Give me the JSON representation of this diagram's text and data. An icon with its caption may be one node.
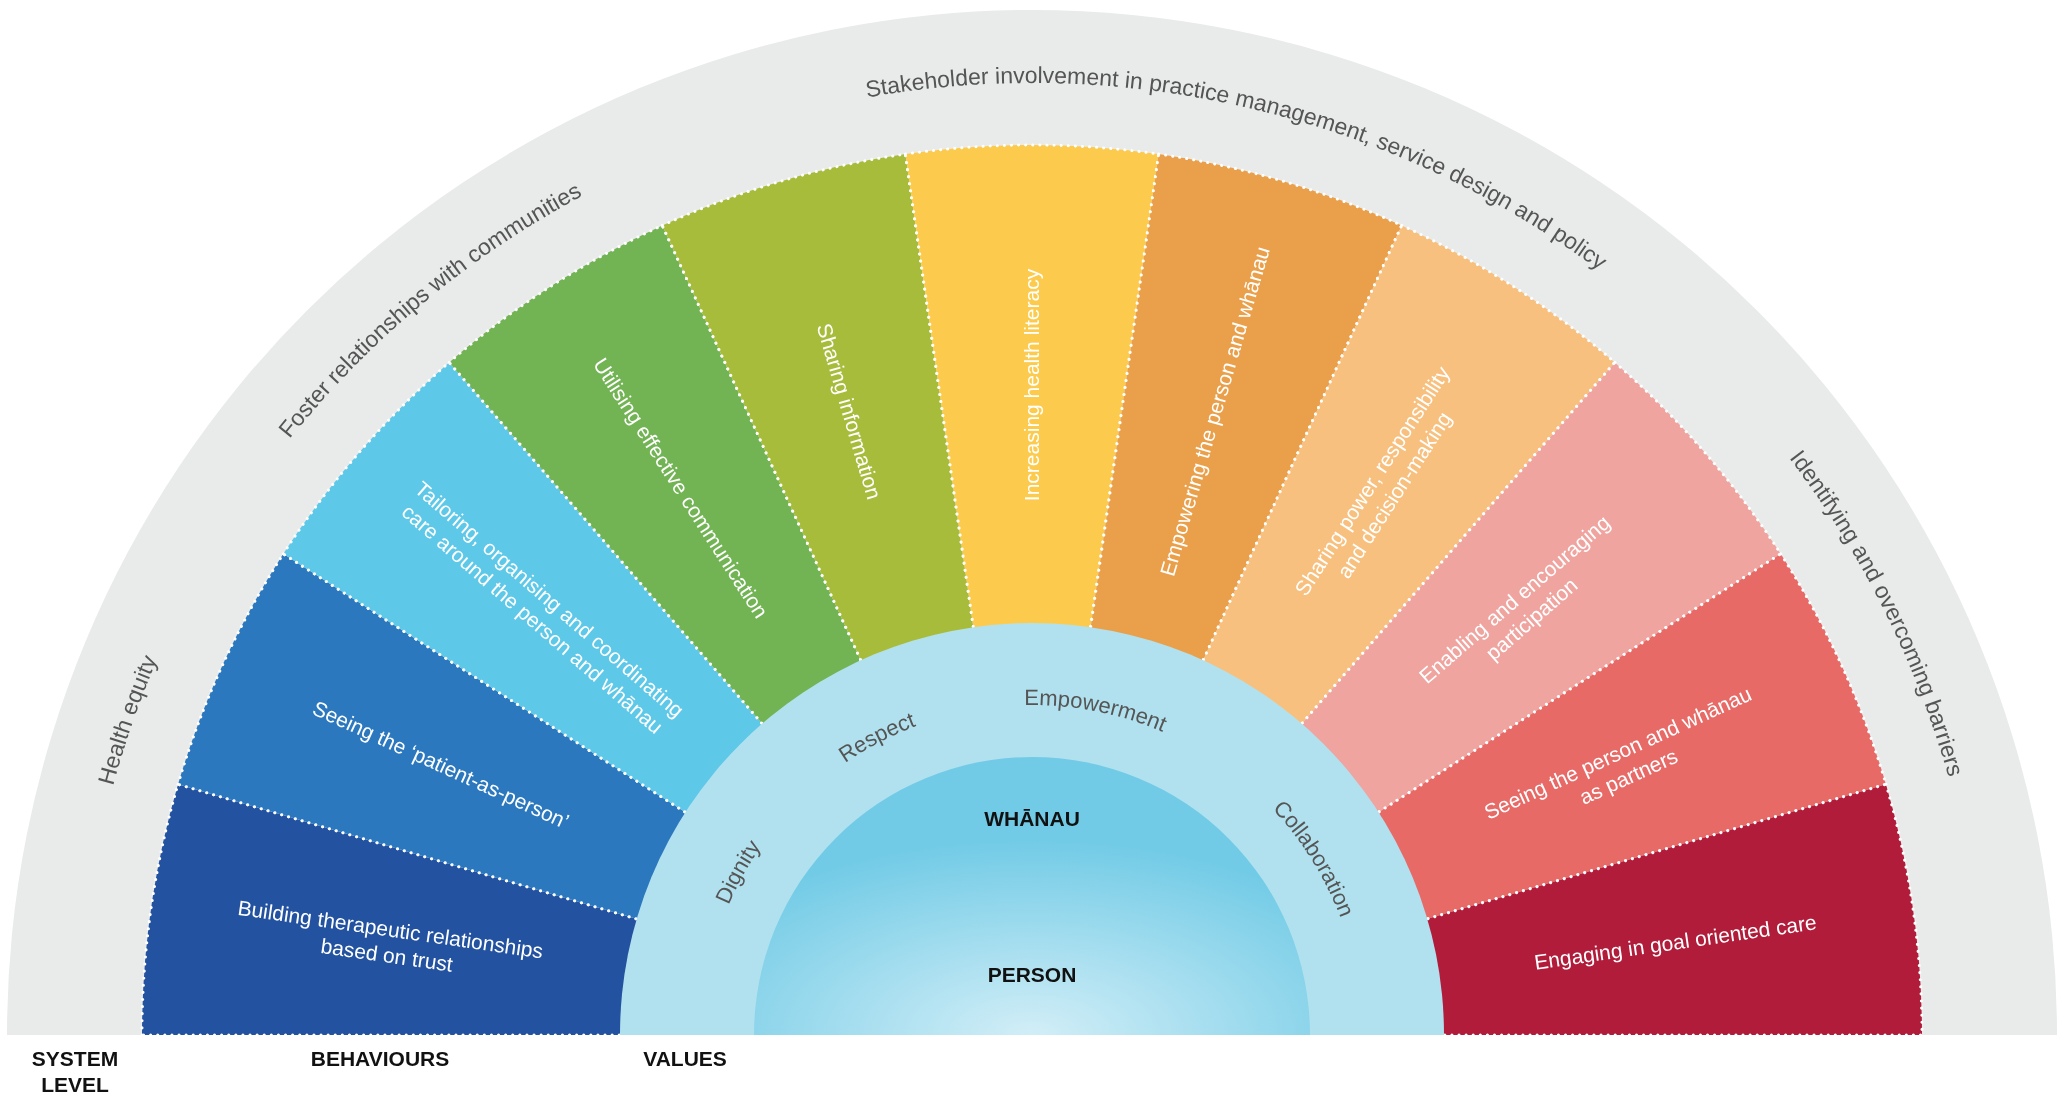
{
  "diagram": {
    "nodes": [
      {
        "text": [
          "Health equity",
          "Foster relationships with communities",
          "Stakeholder involvement in practice management, service design and policy",
          "Identifying and overcoming barriers"
        ]
      },
      {
        "text": [
          "Building therapeutic relationships based on trust"
        ],
        "in": 0
      },
      {
        "text": [
          "Seeing the ‘patient-as-person’"
        ],
        "in": 0
      },
      {
        "text": [
          "Tailoring, organising and coordinating care around the person and whānau"
        ],
        "in": 0
      },
      {
        "text": [
          "Utilising effective communication"
        ],
        "in": 0
      },
      {
        "text": [
          "Sharing information"
        ],
        "in": 0
      },
      {
        "text": [
          "Increasing health literacy"
        ],
        "in": 0
      },
      {
        "text": [
          "Empowering the person and whānau"
        ],
        "in": 0
      },
      {
        "text": [
          "Sharing power, responsibility and decision-making"
        ],
        "in": 0
      },
      {
        "text": [
          "Enabling and encouraging participation"
        ],
        "in": 0
      },
      {
        "text": [
          "Seeing the person and whānau as partners"
        ],
        "in": 0
      },
      {
        "text": [
          "Engaging in goal oriented care"
        ],
        "in": 0
      },
      {
        "text": [
          "Dignity",
          "Respect",
          "Empowerment",
          "Collaboration"
        ],
        "in": 0
      },
      {
        "text": [
          "WHĀNAU",
          "PERSON"
        ],
        "in": 12
      }
    ],
    "labels": [
      "SYSTEM LEVEL",
      "BEHAVIOURS",
      "VALUES"
    ]
  }
}
